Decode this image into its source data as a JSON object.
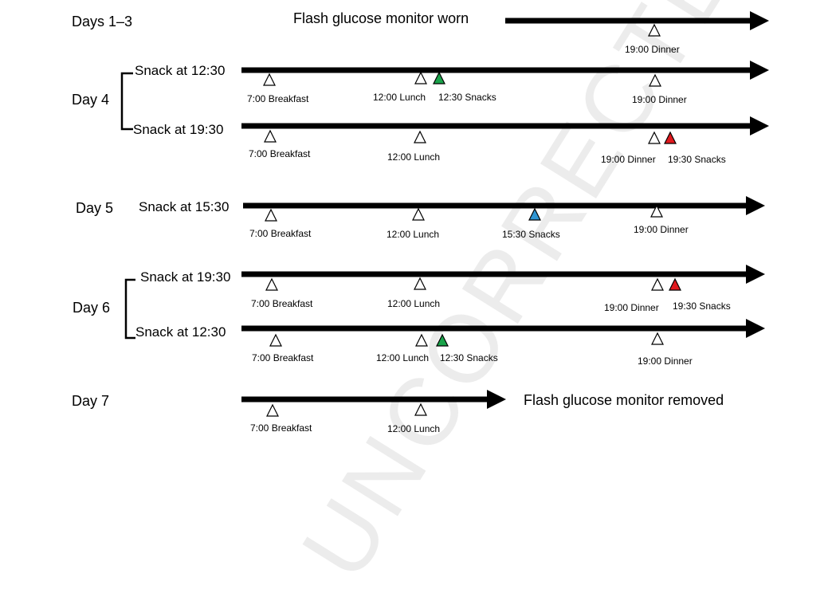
{
  "watermark": "UNCORRECTED",
  "colors": {
    "line": "#000000",
    "marker_default": "#ffffff",
    "snack_green": "#1aa34a",
    "snack_red": "#e0191e",
    "snack_blue": "#2e95d3"
  },
  "days": [
    {
      "label": "Days 1–3",
      "rows": [
        {
          "label": "",
          "note": "Flash glucose monitor worn",
          "markers": [
            {
              "label": "19:00 Dinner",
              "kind": "meal"
            }
          ]
        }
      ]
    },
    {
      "label": "Day 4",
      "rows": [
        {
          "label": "Snack at 12:30",
          "markers": [
            {
              "label": "7:00 Breakfast",
              "kind": "meal"
            },
            {
              "label": "12:00 Lunch",
              "kind": "meal"
            },
            {
              "label": "12:30 Snacks",
              "kind": "snack-green"
            },
            {
              "label": "19:00 Dinner",
              "kind": "meal"
            }
          ]
        },
        {
          "label": "Snack at 19:30",
          "markers": [
            {
              "label": "7:00 Breakfast",
              "kind": "meal"
            },
            {
              "label": "12:00 Lunch",
              "kind": "meal"
            },
            {
              "label": "19:00 Dinner",
              "kind": "meal"
            },
            {
              "label": "19:30 Snacks",
              "kind": "snack-red"
            }
          ]
        }
      ]
    },
    {
      "label": "Day 5",
      "rows": [
        {
          "label": "Snack at 15:30",
          "markers": [
            {
              "label": "7:00 Breakfast",
              "kind": "meal"
            },
            {
              "label": "12:00 Lunch",
              "kind": "meal"
            },
            {
              "label": "15:30 Snacks",
              "kind": "snack-blue"
            },
            {
              "label": "19:00 Dinner",
              "kind": "meal"
            }
          ]
        }
      ]
    },
    {
      "label": "Day 6",
      "rows": [
        {
          "label": "Snack at 19:30",
          "markers": [
            {
              "label": "7:00 Breakfast",
              "kind": "meal"
            },
            {
              "label": "12:00 Lunch",
              "kind": "meal"
            },
            {
              "label": "19:00 Dinner",
              "kind": "meal"
            },
            {
              "label": "19:30 Snacks",
              "kind": "snack-red"
            }
          ]
        },
        {
          "label": "Snack at 12:30",
          "markers": [
            {
              "label": "7:00 Breakfast",
              "kind": "meal"
            },
            {
              "label": "12:00 Lunch",
              "kind": "meal"
            },
            {
              "label": "12:30 Snacks",
              "kind": "snack-green"
            },
            {
              "label": "19:00 Dinner",
              "kind": "meal"
            }
          ]
        }
      ]
    },
    {
      "label": "Day 7",
      "rows": [
        {
          "label": "",
          "note": "Flash glucose monitor removed",
          "markers": [
            {
              "label": "7:00 Breakfast",
              "kind": "meal"
            },
            {
              "label": "12:00 Lunch",
              "kind": "meal"
            }
          ]
        }
      ]
    }
  ]
}
